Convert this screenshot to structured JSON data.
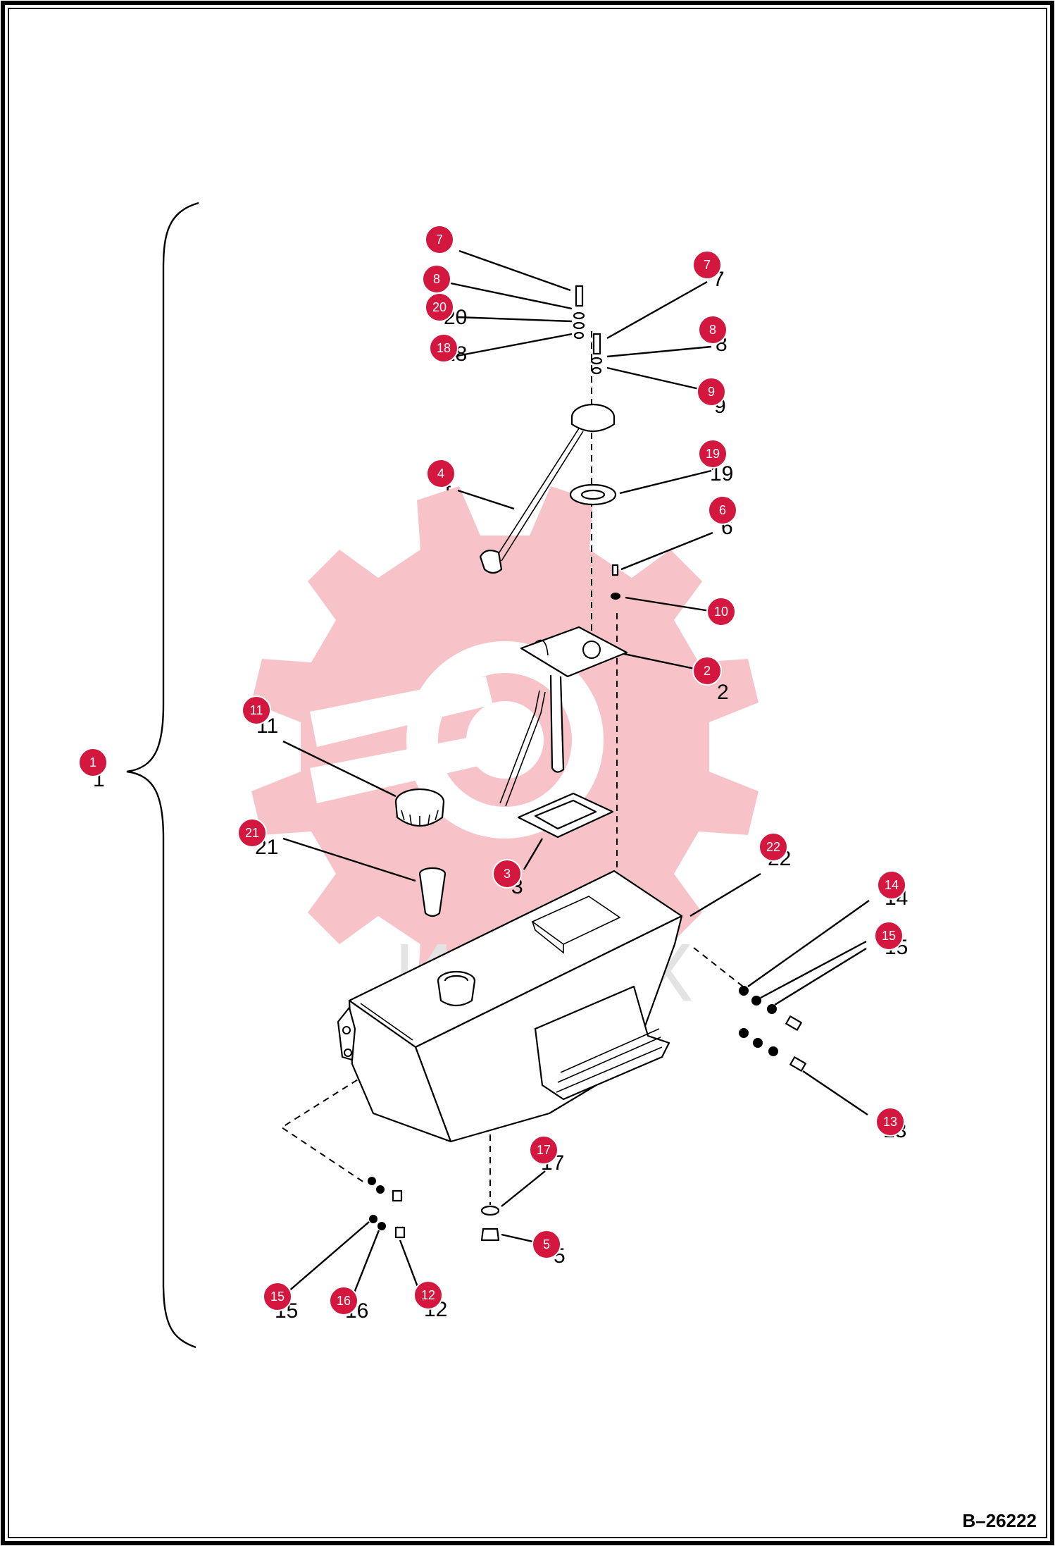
{
  "drawing_code": "B–26222",
  "watermark_text": "ИНТЕХ",
  "colors": {
    "callout": "#d3173f",
    "watermark": "#f6b9bf",
    "frame": "#000000"
  },
  "callouts": [
    "1",
    "2",
    "3",
    "4",
    "5",
    "6",
    "7",
    "7",
    "8",
    "8",
    "9",
    "10",
    "11",
    "12",
    "13",
    "14",
    "15",
    "15",
    "16",
    "17",
    "18",
    "19",
    "20",
    "21",
    "22"
  ],
  "printed_labels": [
    "1",
    "2",
    "3",
    "6",
    "8",
    "9",
    "11",
    "12",
    "13",
    "14",
    "15",
    "15",
    "16",
    "17",
    "18",
    "19",
    "20",
    "21",
    "22",
    "5",
    "7",
    "4"
  ]
}
